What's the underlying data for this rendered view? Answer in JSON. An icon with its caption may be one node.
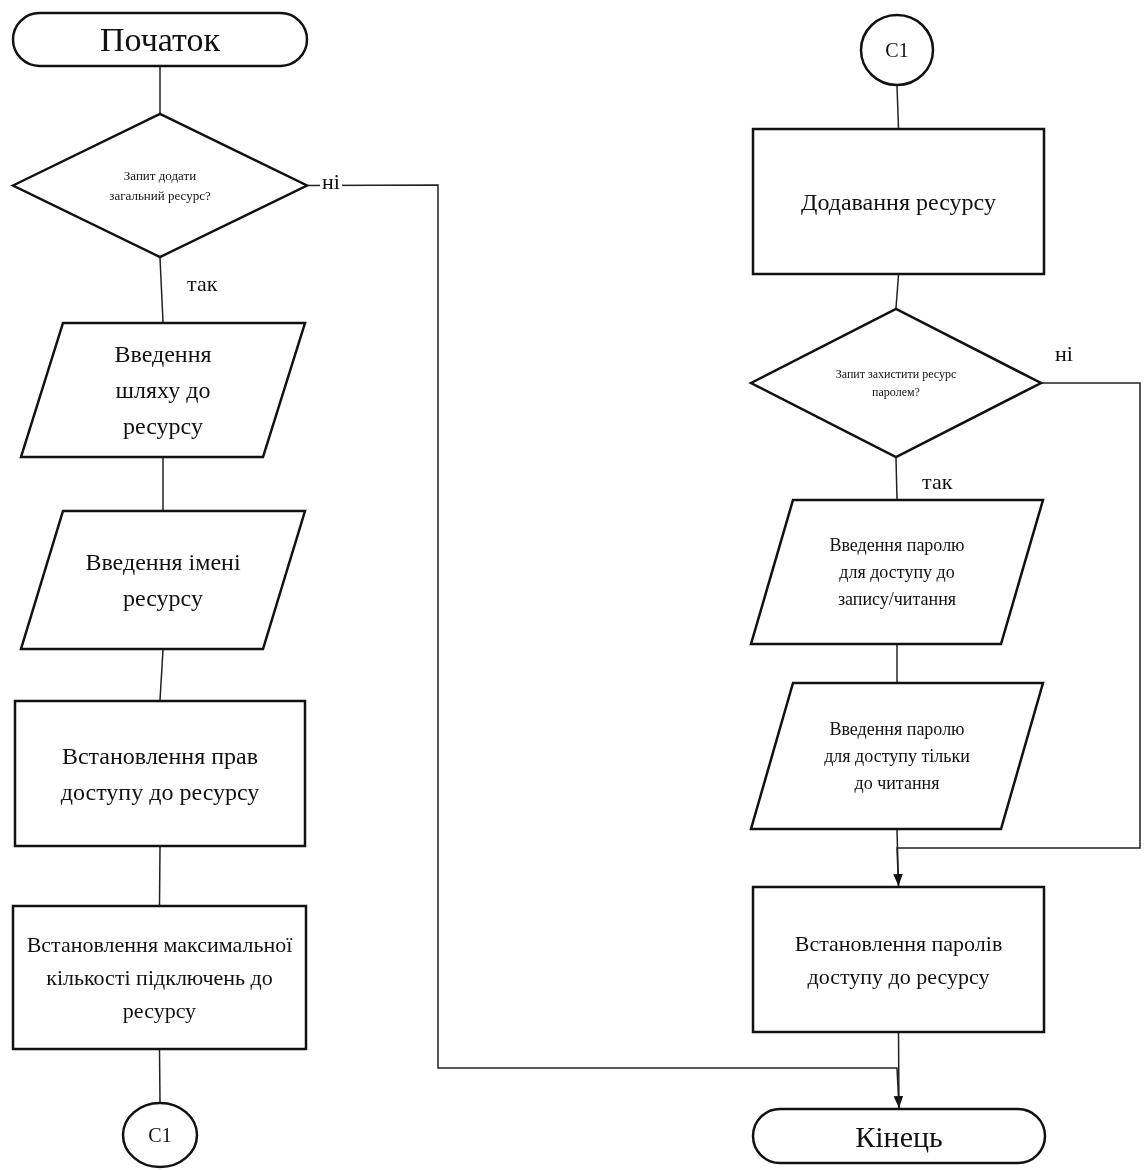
{
  "diagram": {
    "nodes": [
      {
        "text": [
          "Початок"
        ]
      },
      {
        "text": [
          "Запит додати загальний ресурс?"
        ]
      },
      {
        "text": [
          "Введення шляху до ресурсу"
        ]
      },
      {
        "text": [
          "Введення імені ресурсу"
        ]
      },
      {
        "text": [
          "Встановлення прав доступу до ресурсу"
        ]
      },
      {
        "text": [
          "Встановлення максимальної кількості підключень до ресурсу"
        ]
      },
      {
        "text": [
          "C1"
        ]
      },
      {
        "text": [
          "C1"
        ]
      },
      {
        "text": [
          "Додавання ресурсу"
        ]
      },
      {
        "text": [
          "Запит захистити ресурс паролем?"
        ]
      },
      {
        "text": [
          "Введення паролю для доступу до запису/читання"
        ]
      },
      {
        "text": [
          "Введення паролю для доступу тільки до читання"
        ]
      },
      {
        "text": [
          "Встановлення паролів доступу до ресурсу"
        ]
      },
      {
        "text": [
          "Кінець"
        ]
      }
    ],
    "edges": [
      {
        "from": 0,
        "to": 1,
        "arrow": "none"
      },
      {
        "from": 1,
        "to": 2,
        "arrow": "none",
        "label": "так"
      },
      {
        "from": 2,
        "to": 3,
        "arrow": "none"
      },
      {
        "from": 3,
        "to": 4,
        "arrow": "none"
      },
      {
        "from": 4,
        "to": 5,
        "arrow": "none"
      },
      {
        "from": 5,
        "to": 6,
        "arrow": "none"
      },
      {
        "from": 1,
        "to": 13,
        "arrow": "to",
        "label": "ні"
      },
      {
        "from": 7,
        "to": 8,
        "arrow": "none"
      },
      {
        "from": 8,
        "to": 9,
        "arrow": "none"
      },
      {
        "from": 9,
        "to": 10,
        "arrow": "none",
        "label": "так"
      },
      {
        "from": 10,
        "to": 11,
        "arrow": "none"
      },
      {
        "from": 11,
        "to": 12,
        "arrow": "none"
      },
      {
        "from": 9,
        "to": 12,
        "arrow": "to",
        "label": "ні"
      },
      {
        "from": 12,
        "to": 13,
        "arrow": "none"
      }
    ]
  }
}
